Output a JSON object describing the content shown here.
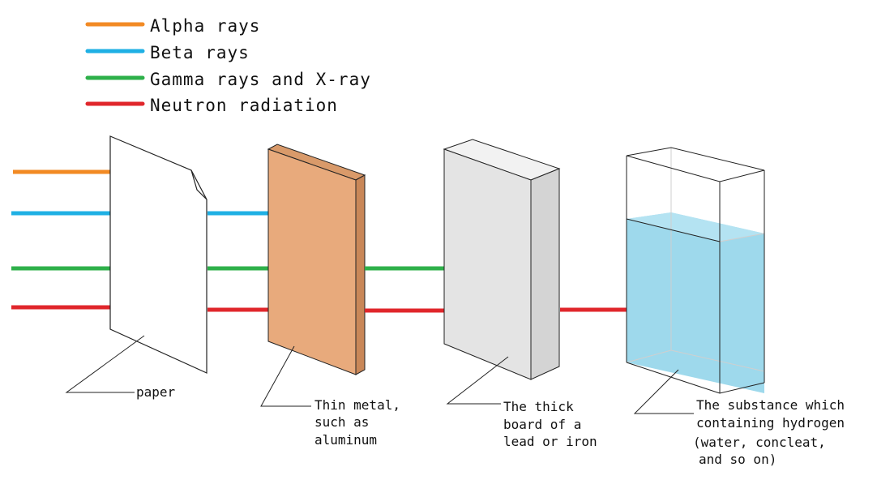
{
  "legend": [
    {
      "label": "Alpha rays",
      "color": "#f28a24"
    },
    {
      "label": "Beta rays",
      "color": "#1fb0e4"
    },
    {
      "label": "Gamma rays and X-ray",
      "color": "#2eb04a"
    },
    {
      "label": "Neutron radiation",
      "color": "#e0262b"
    }
  ],
  "barriers": {
    "paper": {
      "label": "paper",
      "fill": "#ffffff"
    },
    "metal": {
      "lines": [
        "Thin metal,",
        "such as",
        "aluminum"
      ],
      "fill": "#e8aa7c"
    },
    "board": {
      "lines": [
        "The thick",
        "board of a",
        "lead or iron"
      ],
      "fill": "#e4e4e4"
    },
    "water": {
      "lines": [
        "The substance which",
        "containing hydrogen",
        "(water, concleat,",
        " and so on)"
      ],
      "fill": "#9ed9ec"
    }
  },
  "stops": {
    "alpha": "paper",
    "beta": "thin metal",
    "gamma": "thick board",
    "neutron": "hydrogen substance"
  }
}
